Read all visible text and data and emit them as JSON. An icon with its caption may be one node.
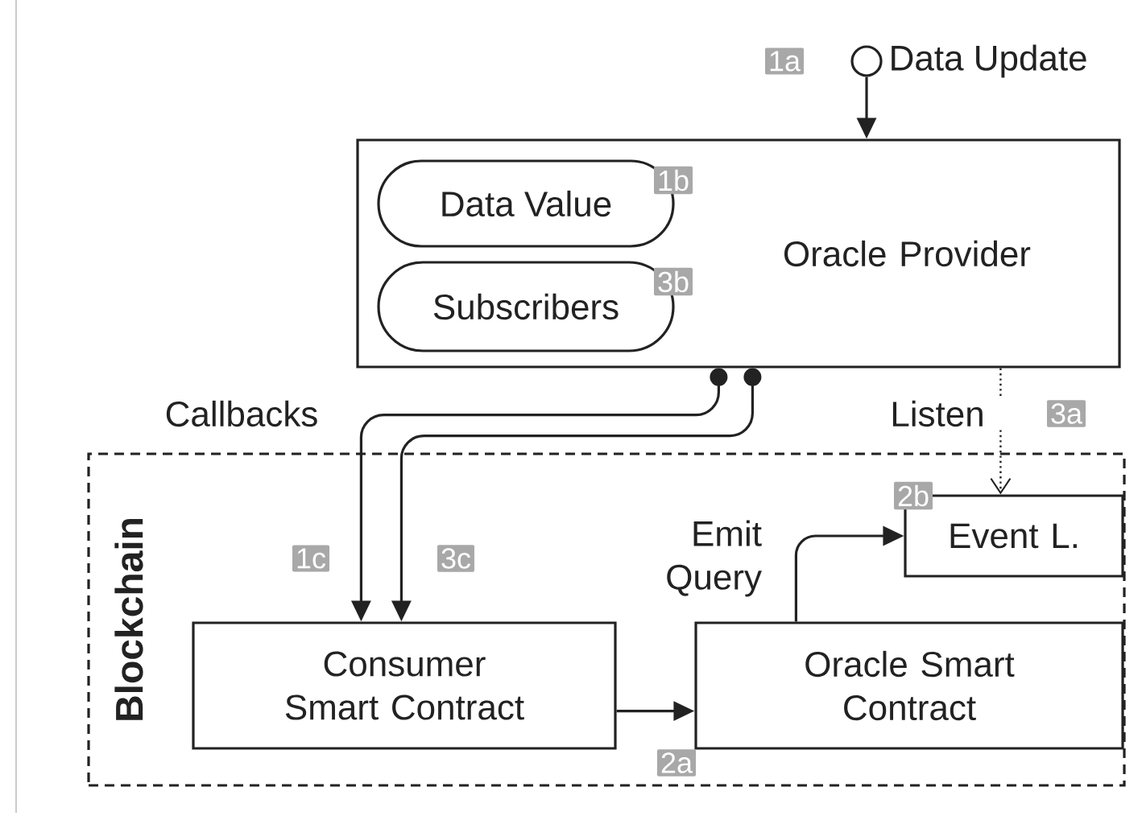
{
  "diagram": {
    "nodes": [
      {
        "text": [
          "Oracle Provider"
        ]
      },
      {
        "text": [
          "Data Value"
        ],
        "in": 0,
        "beside": [
          "1b"
        ]
      },
      {
        "text": [
          "Subscribers"
        ],
        "in": 0,
        "beside": [
          "3b"
        ]
      },
      {
        "text": [],
        "shape": "circle",
        "beside": [
          "1a",
          "Data Update"
        ]
      },
      {
        "text": [
          "Blockchain"
        ]
      },
      {
        "text": [
          "Consumer Smart Contract"
        ],
        "in": 4,
        "beside": [
          "1c",
          "3c"
        ]
      },
      {
        "text": [
          "Oracle Smart Contract"
        ],
        "in": 4,
        "beside": [
          "2a"
        ]
      },
      {
        "text": [
          "Event L."
        ],
        "in": 4,
        "beside": [
          "2b"
        ]
      }
    ],
    "edges": [
      {
        "from": 3,
        "to": 0,
        "arrow": "to"
      },
      {
        "from": 0,
        "to": 5,
        "arrow": "to",
        "label": "Callbacks"
      },
      {
        "from": 0,
        "to": 5,
        "arrow": "to"
      },
      {
        "from": 0,
        "to": 7,
        "arrow": "to",
        "label": "Listen",
        "style": "dashed"
      },
      {
        "from": 5,
        "to": 6,
        "arrow": "to"
      },
      {
        "from": 6,
        "to": 7,
        "arrow": "to",
        "label": "Emit Query"
      }
    ],
    "labels": [
      "3a"
    ]
  }
}
